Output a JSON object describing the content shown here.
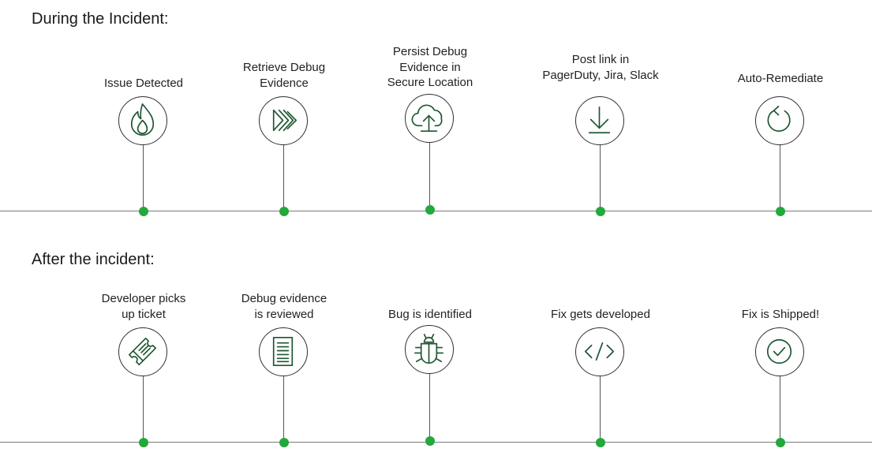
{
  "sections": [
    {
      "title": "During the Incident:",
      "steps": [
        {
          "label": "Issue Detected",
          "icon": "flame-icon"
        },
        {
          "label": "Retrieve Debug\nEvidence",
          "icon": "fast-forward-icon"
        },
        {
          "label": "Persist Debug\nEvidence in\nSecure Location",
          "icon": "cloud-upload-icon"
        },
        {
          "label": "Post link in\nPagerDuty, Jira, Slack",
          "icon": "download-icon"
        },
        {
          "label": "Auto-Remediate",
          "icon": "refresh-icon"
        }
      ]
    },
    {
      "title": "After the incident:",
      "steps": [
        {
          "label": "Developer picks\nup ticket",
          "icon": "ticket-icon"
        },
        {
          "label": "Debug evidence\nis reviewed",
          "icon": "document-icon"
        },
        {
          "label": "Bug is identified",
          "icon": "bug-icon"
        },
        {
          "label": "Fix gets developed",
          "icon": "code-icon"
        },
        {
          "label": "Fix is Shipped!",
          "icon": "check-circle-icon"
        }
      ]
    }
  ],
  "colors": {
    "icon_stroke": "#1e5631",
    "dot": "#22a83b",
    "line": "#7a7a7a"
  }
}
